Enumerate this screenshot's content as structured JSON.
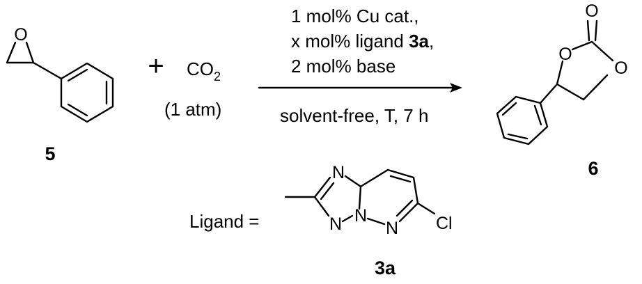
{
  "reactant": {
    "label": "5",
    "atom_o": "O"
  },
  "plus_sign": "+",
  "co2": {
    "formula_main": "CO",
    "formula_sub": "2",
    "pressure": "(1 atm)"
  },
  "conditions": {
    "line1": "1 mol% Cu cat.,",
    "line2_prefix": "x mol% ligand ",
    "line2_bold": "3a",
    "line2_suffix": ",",
    "line3": "2 mol% base",
    "below": "solvent-free, T, 7 h"
  },
  "product": {
    "label": "6",
    "atom_o_carbonyl": "O",
    "atom_o_ring_left": "O",
    "atom_o_ring_right": "O"
  },
  "ligand": {
    "prefix": "Ligand =",
    "label": "3a",
    "atom_n_top": "N",
    "atom_n_left": "N",
    "atom_n_bridge": "N",
    "atom_n_bottom": "N",
    "atom_cl": "Cl"
  }
}
